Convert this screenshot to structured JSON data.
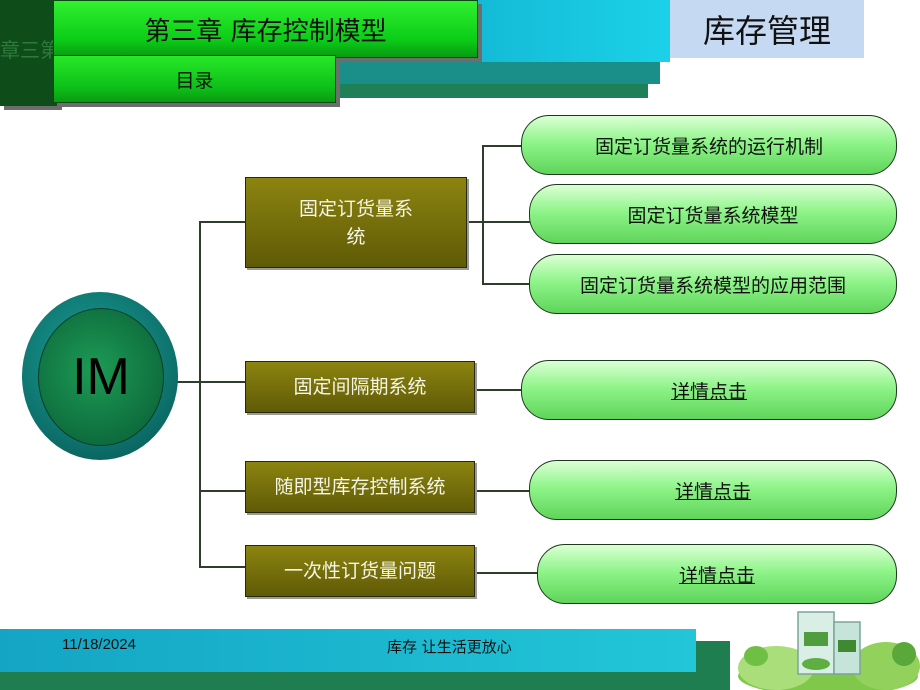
{
  "header": {
    "side_text": "章三第",
    "title": "第三章 库存控制模型",
    "subtitle": "目录",
    "right_title": "库存管理"
  },
  "center": {
    "label": "IM"
  },
  "branches": [
    {
      "label": "固定订货量系统",
      "children": [
        {
          "label": "固定订货量系统的运行机制"
        },
        {
          "label": "固定订货量系统模型"
        },
        {
          "label": "固定订货量系统模型的应用范围"
        }
      ]
    },
    {
      "label": "固定间隔期系统",
      "children": [
        {
          "label": "详情点击",
          "link": true
        }
      ]
    },
    {
      "label": "随即型库存控制系统",
      "children": [
        {
          "label": "详情点击",
          "link": true
        }
      ]
    },
    {
      "label": "一次性订货量问题",
      "children": [
        {
          "label": "详情点击",
          "link": true
        }
      ]
    }
  ],
  "footer": {
    "date": "11/18/2024",
    "slogan": "库存 让生活更放心"
  },
  "colors": {
    "accent_green": "#0bcc17",
    "olive": "#7a7309",
    "teal": "#14a5c4",
    "pill_green": "#8ff58a"
  }
}
